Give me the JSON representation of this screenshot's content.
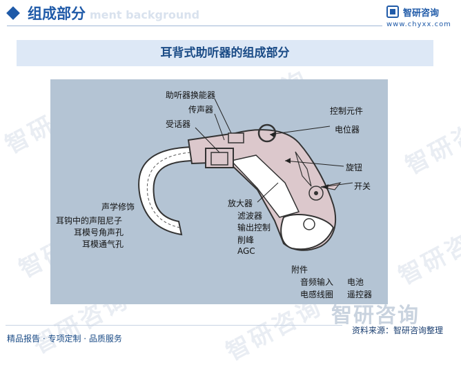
{
  "header": {
    "title": "组成部分",
    "ghost_text": "ment background",
    "logo_name": "智研咨询",
    "logo_url": "www.chyxx.com"
  },
  "banner": {
    "title": "耳背式助听器的组成部分"
  },
  "diagram": {
    "labels": {
      "transducer": "助听器换能器",
      "speaker": "传声器",
      "receiver": "受话器",
      "control_element": "控制元件",
      "potentiometer": "电位器",
      "knob": "旋钮",
      "switch": "开关",
      "acoustic_trim": "声学修饰",
      "damper": "耳钩中的声阻尼子",
      "horn_hole": "耳模号角声孔",
      "vent_hole": "耳模通气孔",
      "amplifier": "放大器",
      "filter": "滤波器",
      "output_control": "输出控制",
      "peak_clip": "削峰",
      "agc": "AGC",
      "accessories": "附件",
      "audio_input": "音频输入",
      "battery": "电池",
      "induction_coil": "电感线圈",
      "remote": "遥控器"
    },
    "colors": {
      "panel": "#b4c4d4",
      "case": "#dcc8cc",
      "outline": "#333333"
    }
  },
  "footer": {
    "left": "精品报告 · 专项定制 · 品质服务",
    "brand": "智研咨询",
    "source": "资料来源：智研咨询整理"
  },
  "watermark": {
    "text": "智研咨询"
  }
}
